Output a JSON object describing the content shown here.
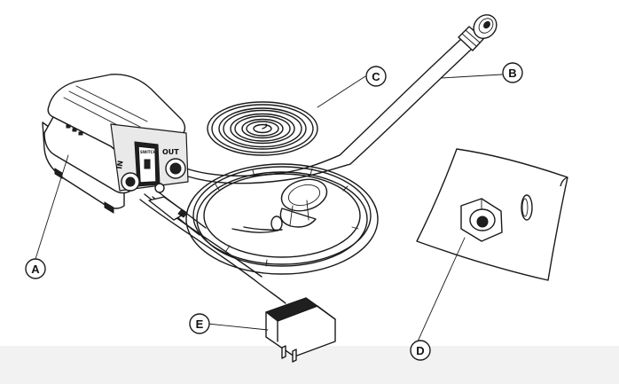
{
  "diagram": {
    "callouts": [
      {
        "id": "A",
        "label": "A"
      },
      {
        "id": "B",
        "label": "B"
      },
      {
        "id": "C",
        "label": "C"
      },
      {
        "id": "D",
        "label": "D"
      },
      {
        "id": "E",
        "label": "E"
      }
    ],
    "port_labels": {
      "in": "IN",
      "out": "OUT",
      "switch": "SWITCH"
    },
    "colors": {
      "line": "#1a1a1a",
      "footer_band": "#f2f2f2"
    }
  }
}
